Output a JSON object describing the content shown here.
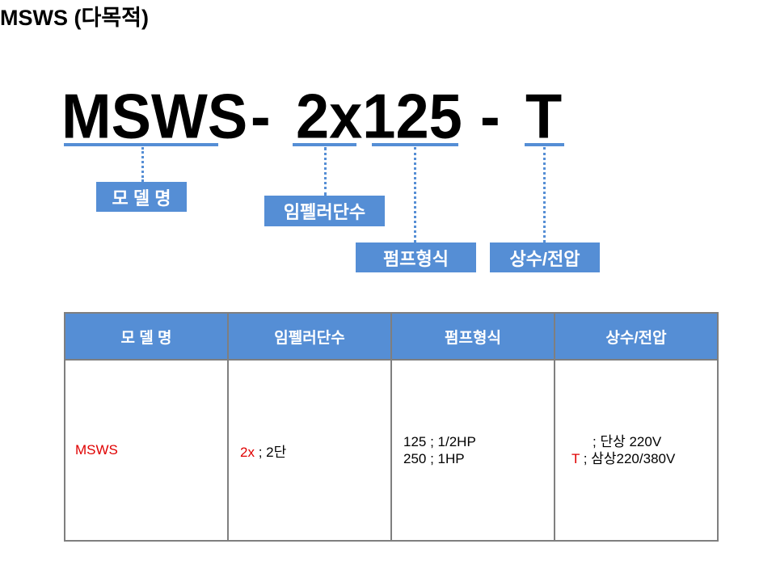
{
  "title": "MSWS (다목적)",
  "code": {
    "parts": [
      "MSWS",
      "-",
      "2x125",
      "-",
      "T"
    ]
  },
  "labels": {
    "model": "모 델 명",
    "impeller": "임펠러단수",
    "pump": "펌프형식",
    "phase": "상수/전압"
  },
  "table": {
    "headers": [
      "모 델 명",
      "임펠러단수",
      "펌프형식",
      "상수/전압"
    ],
    "model": "MSWS",
    "impeller_code": "2x",
    "impeller_desc": " ; 2단",
    "pump_lines": [
      "125 ; 1/2HP",
      "250 ; 1HP"
    ],
    "phase_line1": "; 단상 220V",
    "phase_code": "T",
    "phase_line2": " ; 삼상220/380V"
  },
  "colors": {
    "accent": "#558ed5",
    "highlight": "#e00000"
  }
}
